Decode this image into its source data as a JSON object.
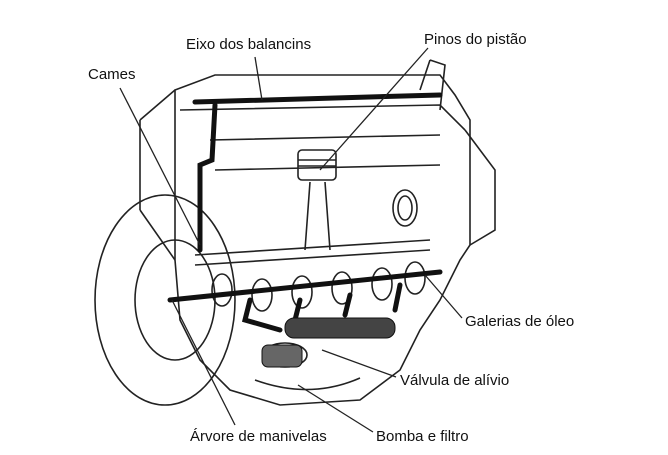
{
  "labels": {
    "rocker_shaft": "Eixo dos balancins",
    "piston_pins": "Pinos do pistão",
    "cams": "Cames",
    "oil_galleries": "Galerias de óleo",
    "relief_valve": "Válvula de alívio",
    "crankshaft": "Árvore de manivelas",
    "pump_filter": "Bomba e filtro"
  }
}
